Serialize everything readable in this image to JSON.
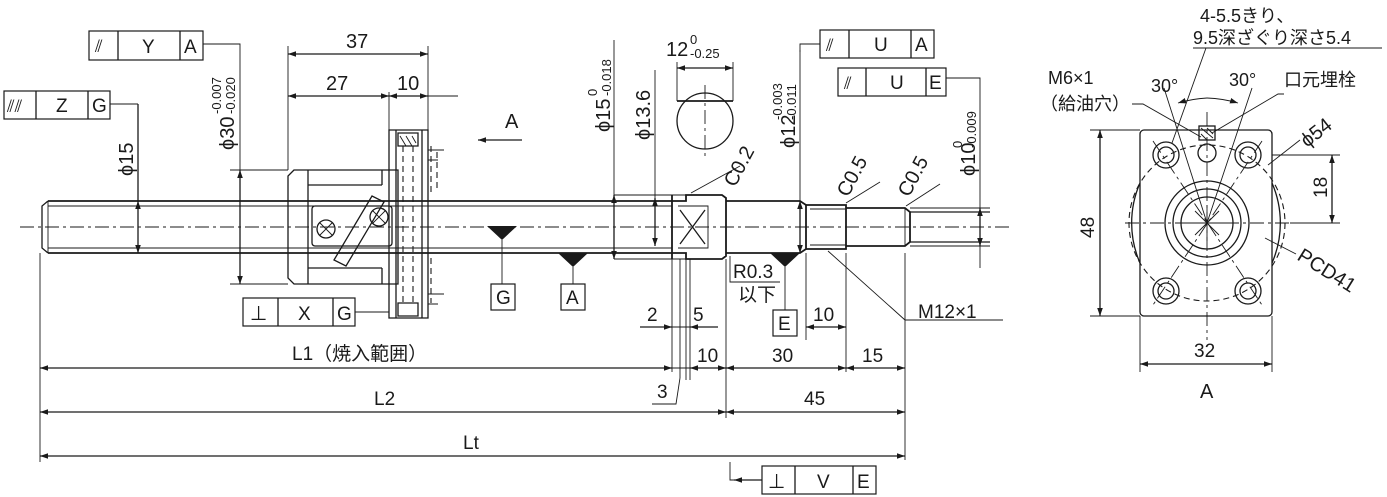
{
  "dimensions": {
    "d37": "37",
    "d27": "27",
    "d10_flange": "10",
    "d12": "12",
    "d12_tol_up": "0",
    "d12_tol_lo": "-0.25",
    "phi30": "ϕ30",
    "phi30_tol_up": "-0.007",
    "phi30_tol_lo": "-0.020",
    "phi15_left": "ϕ15",
    "phi15_right": "ϕ15",
    "phi15_tol_up": "0",
    "phi15_tol_lo": "-0.018",
    "phi13_6": "ϕ13.6",
    "phi12": "ϕ12",
    "phi12_tol_up": "-0.003",
    "phi12_tol_lo": "-0.011",
    "phi10": "ϕ10",
    "phi10_tol_up": "0",
    "phi10_tol_lo": "-0.009",
    "c02": "C0.2",
    "c05_a": "C0.5",
    "c05_b": "C0.5",
    "r03": "R0.3",
    "r03_note": "以下",
    "m12": "M12×1",
    "d2": "2",
    "d5": "5",
    "d10_a": "10",
    "d10_b": "10",
    "d30": "30",
    "d15": "15",
    "d3": "3",
    "d45": "45",
    "L1": "L1（焼入範囲）",
    "L2": "L2",
    "Lt": "Lt",
    "view_arrow": "A"
  },
  "frames": {
    "yA": {
      "sym": "⫽",
      "a": "Y",
      "b": "A"
    },
    "zG": {
      "sym": "⫽⫽",
      "a": "Z",
      "b": "G"
    },
    "xG": {
      "sym": "⊥",
      "a": "X",
      "b": "G"
    },
    "uA": {
      "sym": "⫽",
      "a": "U",
      "b": "A"
    },
    "uE": {
      "sym": "⫽",
      "a": "U",
      "b": "E"
    },
    "vE": {
      "sym": "⊥",
      "a": "V",
      "b": "E"
    }
  },
  "datums": {
    "G": "G",
    "A": "A",
    "E": "E"
  },
  "flange": {
    "hole_note_1": "4-5.5きり、",
    "hole_note_2": "9.5深ざぐり深さ5.4",
    "m6": "M6×1",
    "m6_note": "（給油穴）",
    "angle_a": "30°",
    "angle_b": "30°",
    "plug_note": "口元埋栓",
    "phi54": "ϕ54",
    "pcd": "PCD41",
    "d48": "48",
    "d18": "18",
    "d32": "32",
    "view_label": "A"
  }
}
